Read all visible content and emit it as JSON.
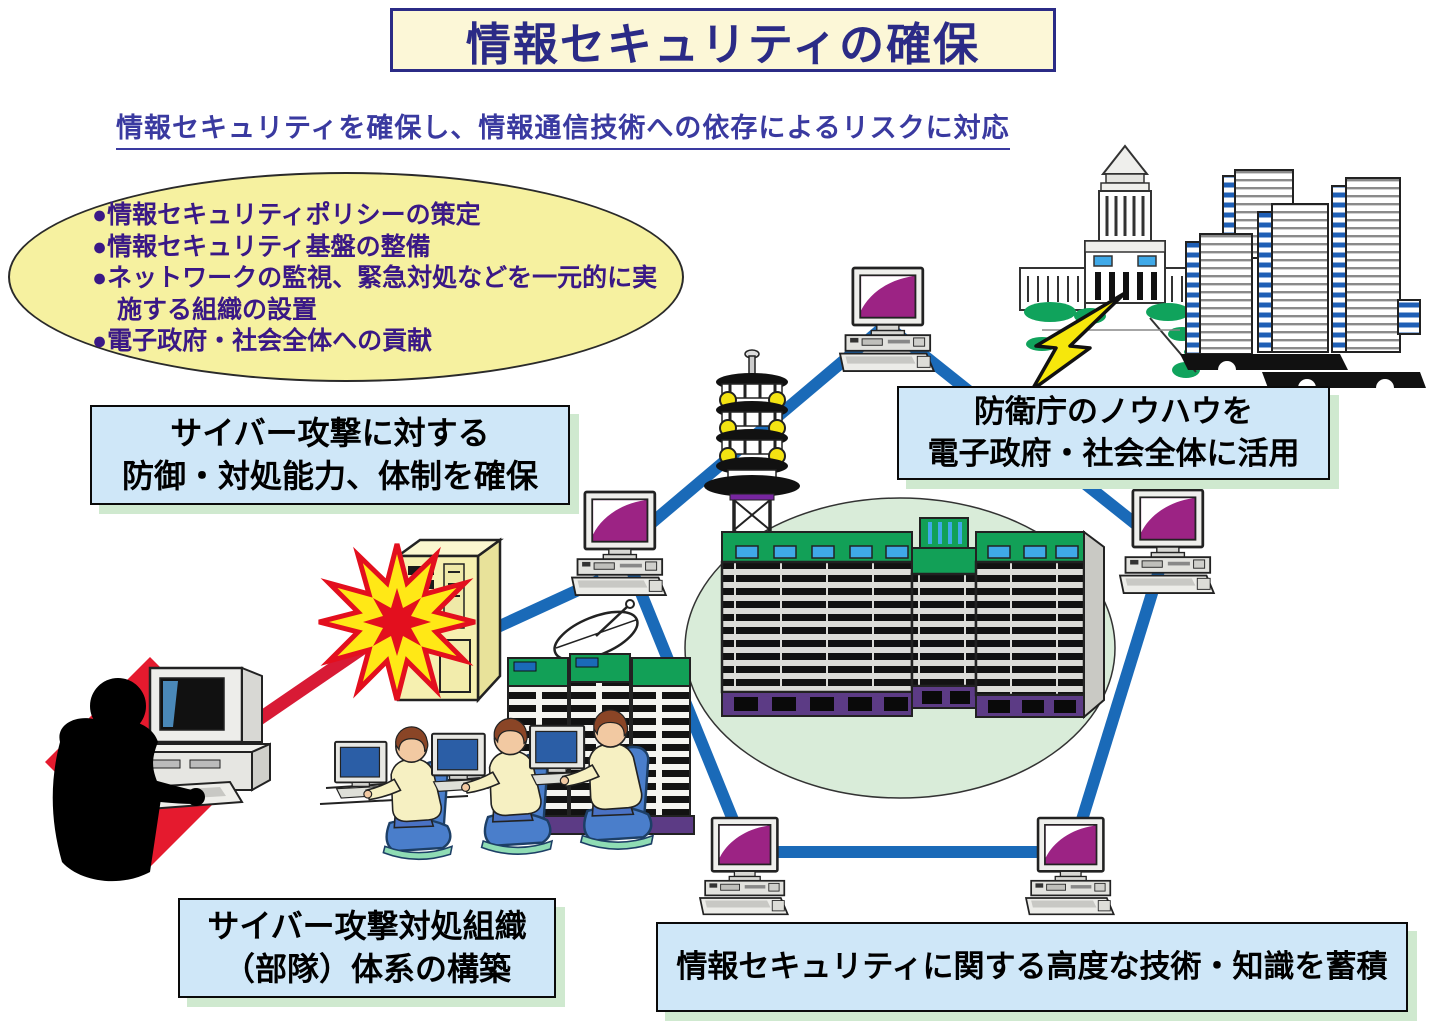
{
  "title": {
    "text": "情報セキュリティの確保"
  },
  "subtitle": {
    "text": "情報セキュリティを確保し、情報通信技術への依存によるリスクに対応"
  },
  "policy_bubble": {
    "items": [
      "●情報セキュリティポリシーの策定",
      "●情報セキュリティ基盤の整備",
      "●ネットワークの監視、緊急対処などを一元的に実施する組織の設置",
      "●電子政府・社会全体への貢献"
    ]
  },
  "callouts": {
    "cyber_defense": "サイバー攻撃に対する\n防御・対処能力、体制を確保",
    "knowhow": "防衛庁のノウハウを\n電子政府・社会全体に活用",
    "unit": "サイバー攻撃対処組織\n（部隊）体系の構築",
    "knowledge": "情報セキュリティに関する高度な技術・知識を蓄積"
  },
  "icons": {
    "network_computer": "desktop computer with magenta screen",
    "communications_tower": "antenna tower with yellow beacons",
    "defense_hq_building": "large office building on green ellipse",
    "attacked_server": "pale-yellow server tower",
    "explosion": "red and yellow starburst",
    "hacker": "black silhouette typing at computer on red diamond",
    "cyber_unit_operators": "three operators seated at terminals",
    "server_rack_satellite": "green-top server rack with satellite dish",
    "diet_building": "National Diet building",
    "city_skyscrapers": "blue-striped office skyscrapers",
    "lightning_bolt": "yellow lightning bolt",
    "network_link": "thick blue network line",
    "attack_line": "thick red attack line"
  },
  "colors": {
    "title_text": "#2b2b86",
    "title_bg": "#fcf7d7",
    "subtitle_text": "#3a3aa0",
    "bubble_bg": "#f6f1a0",
    "bubble_text": "#3a1886",
    "callout_bg": "#cfe7f8",
    "callout_shadow": "#cfe9cf",
    "network_line": "#1a6ab8",
    "attack_line": "#d81a35",
    "screen_magenta": "#9c2384",
    "building_green": "#12a057",
    "building_base_purple": "#5c3b85",
    "ellipse_green": "#d9ecd9",
    "lightning_yellow": "#f6e70c",
    "hacker_diamond_red": "#e51a2e"
  }
}
